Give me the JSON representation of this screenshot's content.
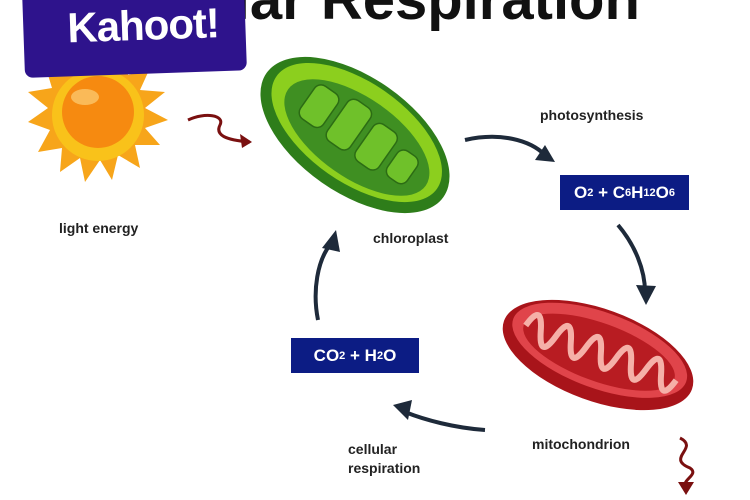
{
  "title": "Cellular Respiration",
  "logo": "Kahoot!",
  "labels": {
    "light_energy": "light energy",
    "chloroplast": "chloroplast",
    "photosynthesis": "photosynthesis",
    "mitochondrion": "mitochondrion",
    "cellular": "cellular",
    "respiration": "respiration"
  },
  "formulas": {
    "products": {
      "o": "O",
      "o_sub": "2",
      "plus": " + C",
      "c_sub": "6",
      "h": "H",
      "h_sub": "12",
      "o2": "O",
      "o2_sub": "6"
    },
    "reactants": {
      "co": "CO",
      "co_sub": "2",
      "plus": " + H",
      "h_sub": "2",
      "o": "O"
    }
  },
  "colors": {
    "formula_box": "#0c1c84",
    "kahoot": "#2e138c",
    "arrow_dark": "#1e2a3a",
    "arrow_red": "#7a1010"
  }
}
